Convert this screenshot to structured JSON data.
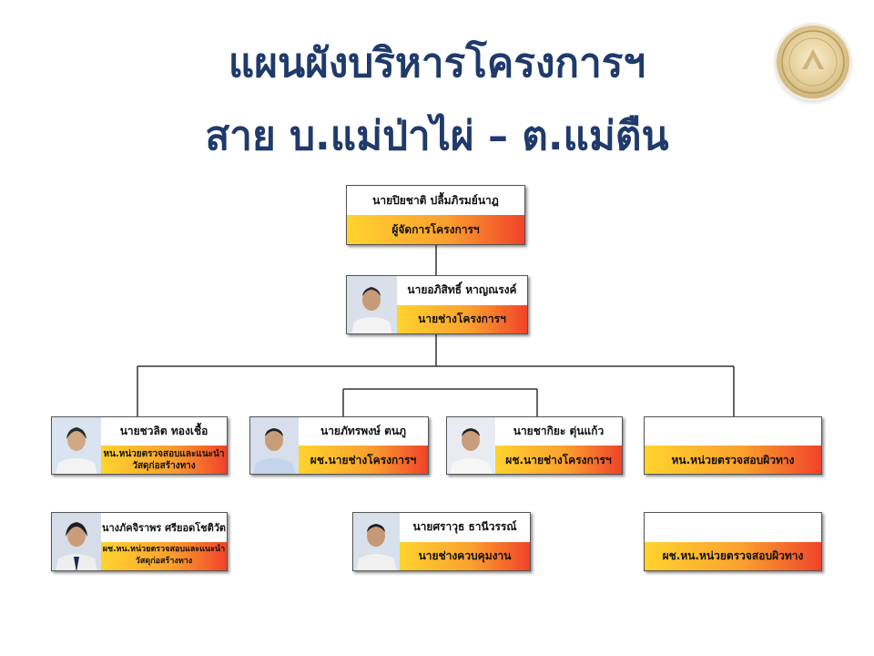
{
  "slide": {
    "title_line1": "แผนผังบริหารโครงการฯ",
    "title_line2": "สาย บ.แม่ป่าไผ่ – ต.แม่ตืน"
  },
  "colors": {
    "title": "#1f3a6b",
    "role_gradient_start": "#ffd32e",
    "role_gradient_end": "#f0432a",
    "connector": "#333333"
  },
  "org": {
    "manager": {
      "name": "นายปิยชาติ  ปลื้มภิรมย์นาฎ",
      "role": "ผู้จัดการโครงการฯ"
    },
    "engineer": {
      "name": "นายอภิสิทธิ์  หาญณรงค์",
      "role": "นายช่างโครงการฯ"
    },
    "staff_1": {
      "name": "นายชวลิต  ทองเชื้อ",
      "role_line1": "หน.หน่วยตรวจสอบและแนะนำ",
      "role_line2": "วัสดุก่อสร้างทาง"
    },
    "staff_2": {
      "name": "นายภัทรพงษ์  ตนภู",
      "role": "ผช.นายช่างโครงการฯ"
    },
    "staff_3": {
      "name": "นายชากิยะ  ตุ่นแก้ว",
      "role": "ผช.นายช่างโครงการฯ"
    },
    "staff_4": {
      "name": "",
      "role": "หน.หน่วยตรวจสอบผิวทาง"
    },
    "staff_5": {
      "name": "นางภัคจิราพร ศรียอดโชติวัต",
      "role_line1": "ผช.หน.หน่วยตรวจสอบและแนะนำ",
      "role_line2": "วัสดุก่อสร้างทาง"
    },
    "staff_6": {
      "name": "นายศราวุธ  ธานีวรรณ์",
      "role": "นายช่างควบคุมงาน"
    },
    "staff_7": {
      "name": "",
      "role": "ผช.หน.หน่วยตรวจสอบผิวทาง"
    }
  }
}
